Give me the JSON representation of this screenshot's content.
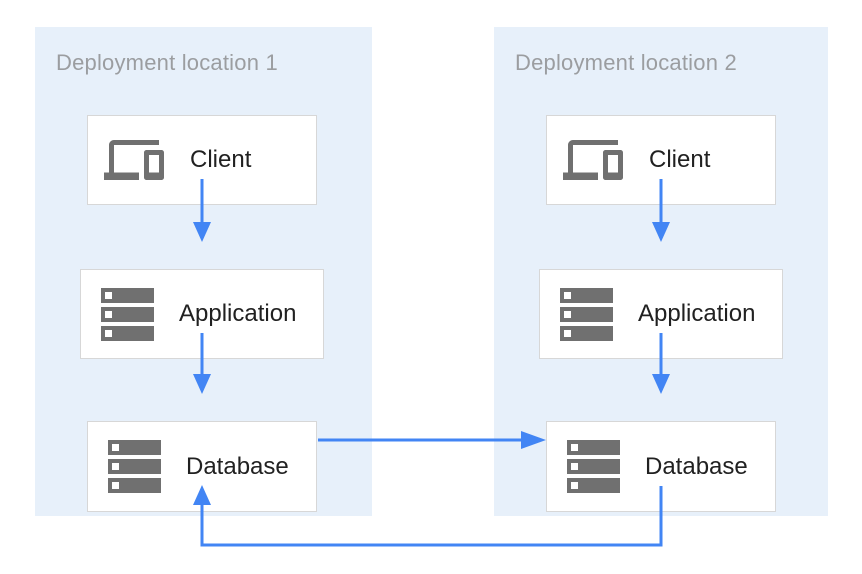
{
  "diagram": {
    "panels": [
      {
        "title": "Deployment location 1",
        "nodes": [
          {
            "id": "client-1",
            "label": "Client",
            "icon": "devices-icon"
          },
          {
            "id": "application-1",
            "label": "Application",
            "icon": "storage-icon"
          },
          {
            "id": "database-1",
            "label": "Database",
            "icon": "storage-icon"
          }
        ]
      },
      {
        "title": "Deployment location 2",
        "nodes": [
          {
            "id": "client-2",
            "label": "Client",
            "icon": "devices-icon"
          },
          {
            "id": "application-2",
            "label": "Application",
            "icon": "storage-icon"
          },
          {
            "id": "database-2",
            "label": "Database",
            "icon": "storage-icon"
          }
        ]
      }
    ],
    "edges": [
      {
        "from": "client-1",
        "to": "application-1",
        "direction": "down"
      },
      {
        "from": "application-1",
        "to": "database-1",
        "direction": "down"
      },
      {
        "from": "client-2",
        "to": "application-2",
        "direction": "down"
      },
      {
        "from": "application-2",
        "to": "database-2",
        "direction": "down"
      },
      {
        "from": "database-1",
        "to": "database-2",
        "direction": "right"
      },
      {
        "from": "database-2",
        "to": "database-1",
        "direction": "loop-bottom"
      }
    ],
    "colors": {
      "panel_bg": "#e7f0fa",
      "arrow": "#4285f4",
      "icon": "#707070",
      "title_text": "#9b9da0",
      "label_text": "#212121",
      "box_border": "#d7d7d7",
      "box_bg": "#ffffff"
    }
  }
}
